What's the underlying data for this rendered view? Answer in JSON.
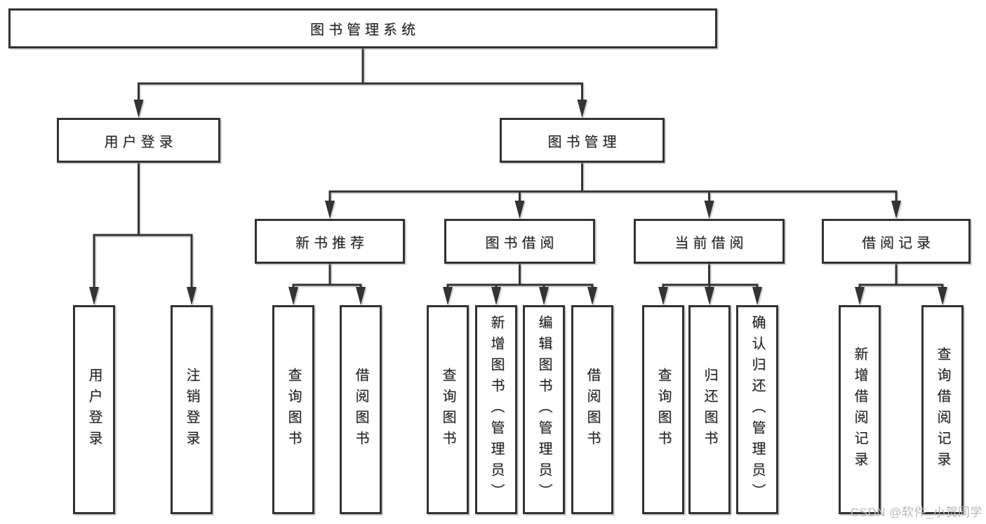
{
  "diagram": {
    "title": "图书管理系统",
    "nodes": [
      {
        "id": "root",
        "label": "图书管理系统",
        "level": 0,
        "parent": null
      },
      {
        "id": "login",
        "label": "用户登录",
        "level": 1,
        "parent": "root"
      },
      {
        "id": "mgmt",
        "label": "图书管理",
        "level": 1,
        "parent": "root"
      },
      {
        "id": "newbook",
        "label": "新书推荐",
        "level": 2,
        "parent": "mgmt"
      },
      {
        "id": "borrow",
        "label": "图书借阅",
        "level": 2,
        "parent": "mgmt"
      },
      {
        "id": "current",
        "label": "当前借阅",
        "level": 2,
        "parent": "mgmt"
      },
      {
        "id": "records",
        "label": "借阅记录",
        "level": 2,
        "parent": "mgmt"
      },
      {
        "id": "leaf-user-login",
        "label": "用户登录",
        "level": 3,
        "parent": "login"
      },
      {
        "id": "leaf-logout",
        "label": "注销登录",
        "level": 3,
        "parent": "login"
      },
      {
        "id": "leaf-nb-query",
        "label": "查询图书",
        "level": 3,
        "parent": "newbook"
      },
      {
        "id": "leaf-nb-borrow",
        "label": "借阅图书",
        "level": 3,
        "parent": "newbook"
      },
      {
        "id": "leaf-b-query",
        "label": "查询图书",
        "level": 3,
        "parent": "borrow"
      },
      {
        "id": "leaf-b-add",
        "label": "新增图书（管理员）",
        "level": 3,
        "parent": "borrow"
      },
      {
        "id": "leaf-b-edit",
        "label": "编辑图书（管理员）",
        "level": 3,
        "parent": "borrow"
      },
      {
        "id": "leaf-b-borrow",
        "label": "借阅图书",
        "level": 3,
        "parent": "borrow"
      },
      {
        "id": "leaf-c-query",
        "label": "查询图书",
        "level": 3,
        "parent": "current"
      },
      {
        "id": "leaf-c-return",
        "label": "归还图书",
        "level": 3,
        "parent": "current"
      },
      {
        "id": "leaf-c-confirm",
        "label": "确认归还（管理员）",
        "level": 3,
        "parent": "current"
      },
      {
        "id": "leaf-r-add",
        "label": "新增借阅记录",
        "level": 3,
        "parent": "records"
      },
      {
        "id": "leaf-r-query",
        "label": "查询借阅记录",
        "level": 3,
        "parent": "records"
      }
    ],
    "colors": {
      "line": "#333333",
      "line_echo": "#d2d2d2",
      "box_border": "#323232",
      "box_fill": "#ffffff",
      "text": "#222222"
    }
  },
  "watermark": {
    "text": "CSDN @软件_小贺同学",
    "color": "#b9b9b9"
  }
}
